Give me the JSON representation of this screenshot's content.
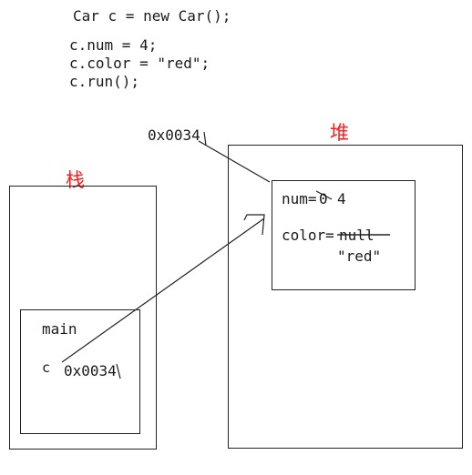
{
  "code": {
    "line1": "Car c = new Car();",
    "line2": "c.num = 4;",
    "line3": "c.color = \"red\";",
    "line4": "c.run();"
  },
  "stack": {
    "title": "栈",
    "frame_label": "main",
    "var_name": "c",
    "var_value": "0x0034"
  },
  "heap": {
    "title": "堆",
    "address": "0x0034",
    "num_label": "num=",
    "num_old": "0",
    "num_new": "4",
    "color_label": "color=",
    "color_old": "null",
    "color_new": "\"red\""
  },
  "colors": {
    "red_label": "#ff1a1a",
    "lines": "#222222"
  }
}
